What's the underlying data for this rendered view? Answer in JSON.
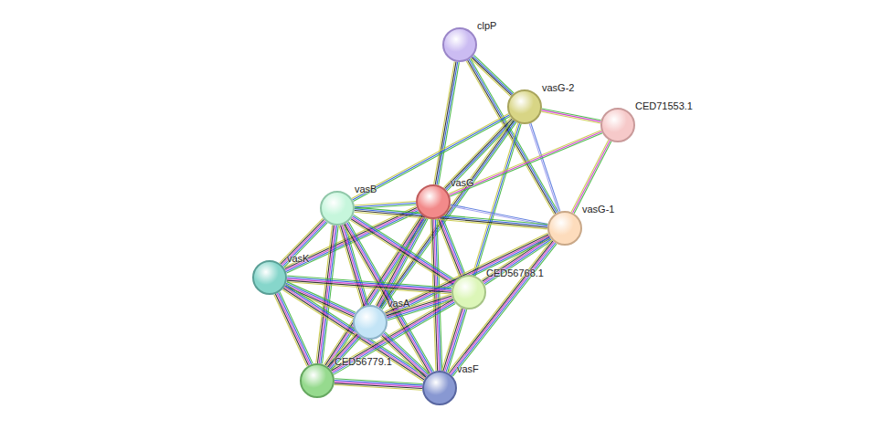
{
  "diagram": {
    "nodes": [
      {
        "text": [
          "clpP"
        ]
      },
      {
        "text": [
          "vasG-2"
        ]
      },
      {
        "text": [
          "CED71553.1"
        ]
      },
      {
        "text": [
          "vasG"
        ]
      },
      {
        "text": [
          "vasB"
        ]
      },
      {
        "text": [
          "vasG-1"
        ]
      },
      {
        "text": [
          "vasK"
        ]
      },
      {
        "text": [
          "CED56768.1"
        ]
      },
      {
        "text": [
          "vasA"
        ]
      },
      {
        "text": [
          "CED56779.1"
        ]
      },
      {
        "text": [
          "vasF"
        ]
      }
    ],
    "edges": [
      {
        "from": 0,
        "to": 1,
        "arrow": "none"
      },
      {
        "from": 0,
        "to": 3,
        "arrow": "none"
      },
      {
        "from": 0,
        "to": 5,
        "arrow": "none"
      },
      {
        "from": 1,
        "to": 2,
        "arrow": "none"
      },
      {
        "from": 1,
        "to": 3,
        "arrow": "none"
      },
      {
        "from": 1,
        "to": 4,
        "arrow": "none"
      },
      {
        "from": 1,
        "to": 5,
        "arrow": "none"
      },
      {
        "from": 1,
        "to": 7,
        "arrow": "none"
      },
      {
        "from": 1,
        "to": 8,
        "arrow": "none"
      },
      {
        "from": 2,
        "to": 3,
        "arrow": "none"
      },
      {
        "from": 2,
        "to": 5,
        "arrow": "none"
      },
      {
        "from": 3,
        "to": 4,
        "arrow": "none"
      },
      {
        "from": 3,
        "to": 5,
        "arrow": "none"
      },
      {
        "from": 3,
        "to": 6,
        "arrow": "none"
      },
      {
        "from": 3,
        "to": 7,
        "arrow": "none"
      },
      {
        "from": 3,
        "to": 8,
        "arrow": "none"
      },
      {
        "from": 3,
        "to": 9,
        "arrow": "none"
      },
      {
        "from": 3,
        "to": 10,
        "arrow": "none"
      },
      {
        "from": 4,
        "to": 5,
        "arrow": "none"
      },
      {
        "from": 4,
        "to": 6,
        "arrow": "none"
      },
      {
        "from": 4,
        "to": 7,
        "arrow": "none"
      },
      {
        "from": 4,
        "to": 8,
        "arrow": "none"
      },
      {
        "from": 4,
        "to": 9,
        "arrow": "none"
      },
      {
        "from": 4,
        "to": 10,
        "arrow": "none"
      },
      {
        "from": 5,
        "to": 7,
        "arrow": "none"
      },
      {
        "from": 5,
        "to": 8,
        "arrow": "none"
      },
      {
        "from": 5,
        "to": 10,
        "arrow": "none"
      },
      {
        "from": 6,
        "to": 7,
        "arrow": "none"
      },
      {
        "from": 6,
        "to": 8,
        "arrow": "none"
      },
      {
        "from": 6,
        "to": 9,
        "arrow": "none"
      },
      {
        "from": 6,
        "to": 10,
        "arrow": "none"
      },
      {
        "from": 7,
        "to": 8,
        "arrow": "none"
      },
      {
        "from": 7,
        "to": 9,
        "arrow": "none"
      },
      {
        "from": 7,
        "to": 10,
        "arrow": "none"
      },
      {
        "from": 8,
        "to": 9,
        "arrow": "none"
      },
      {
        "from": 8,
        "to": 10,
        "arrow": "none"
      },
      {
        "from": 9,
        "to": 10,
        "arrow": "none"
      }
    ]
  }
}
